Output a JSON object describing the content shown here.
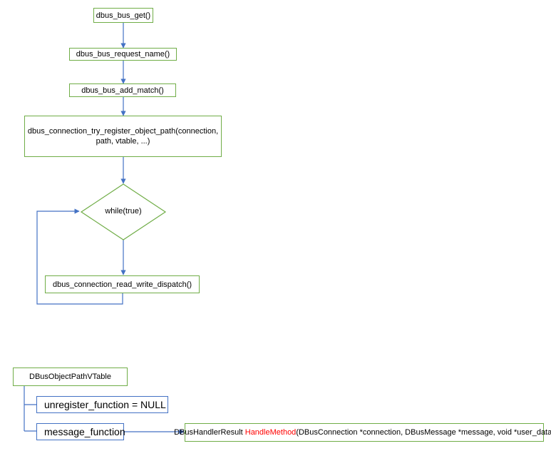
{
  "flow": {
    "step_bus_get": "dbus_bus_get()",
    "step_request_name": "dbus_bus_request_name()",
    "step_add_match": "dbus_bus_add_match()",
    "step_register_line1": "dbus_connection_try_register_object_path(connection,",
    "step_register_line2": "path, vtable, ...)",
    "loop_condition": "while(true)",
    "step_dispatch": "dbus_connection_read_write_dispatch()"
  },
  "vtable": {
    "title": "DBusObjectPathVTable",
    "unregister": "unregister_function = NULL",
    "message": "message_function"
  },
  "handler": {
    "prefix": "DBusHandlerResult ",
    "name": "HandleMethod",
    "params": "(DBusConnection *connection, DBusMessage *message, void *user_data)",
    "name_color": "#ff0000"
  },
  "colors": {
    "process_border": "#70ad47",
    "member_border": "#4472c4",
    "connector": "#4472c4",
    "highlight": "#ff0000"
  }
}
